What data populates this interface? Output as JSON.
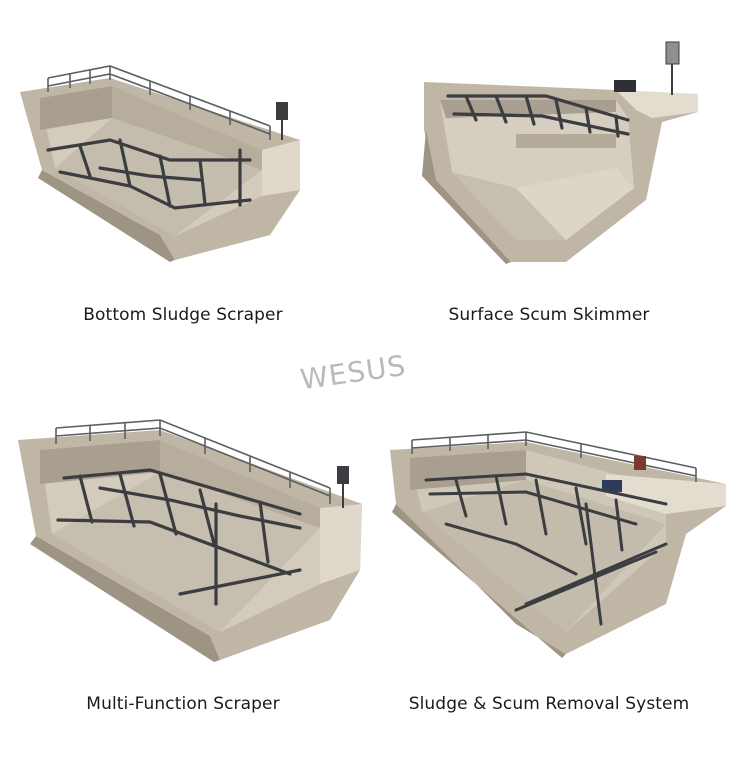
{
  "panels": [
    {
      "caption": "Bottom Sludge Scraper"
    },
    {
      "caption": "Surface Scum Skimmer"
    },
    {
      "caption": "Multi-Function Scraper"
    },
    {
      "caption": "Sludge & Scum Removal System"
    }
  ],
  "watermark": "WESUS",
  "colors": {
    "concrete": "#cdc5b6",
    "concrete_dark": "#9d9484",
    "concrete_light": "#e3ddd0",
    "steel": "#3b3d40",
    "rail": "#5c5e61"
  }
}
